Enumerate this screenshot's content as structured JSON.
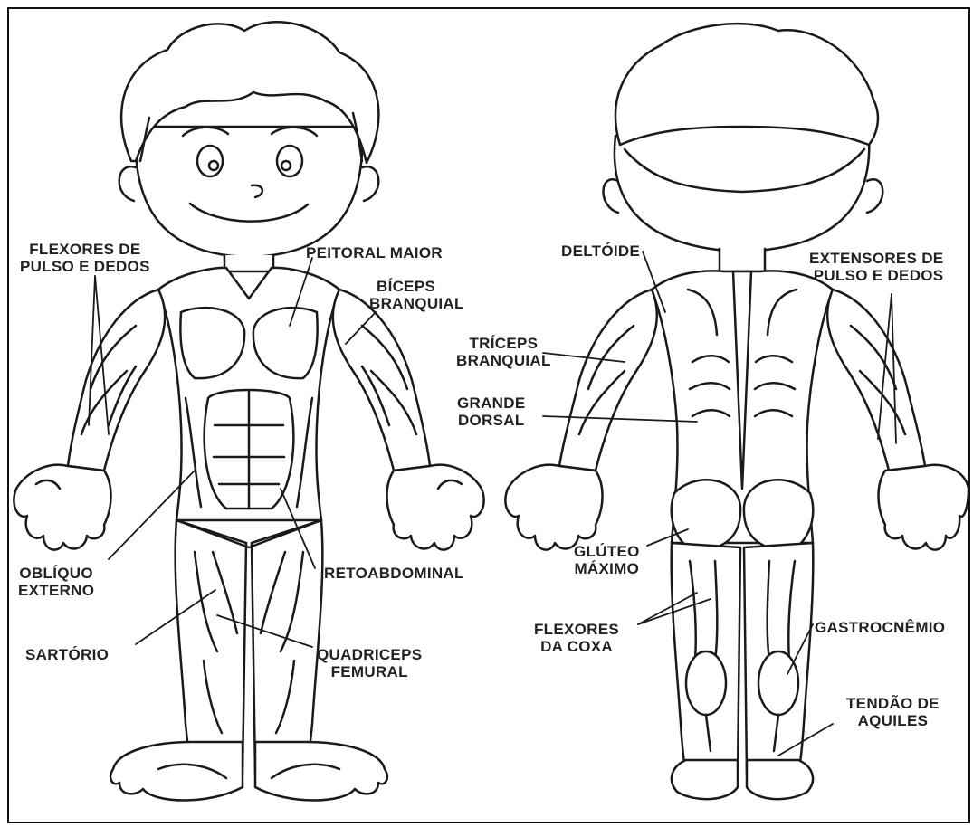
{
  "labels": {
    "front": {
      "flexores_pulso": [
        "FLEXORES DE",
        "PULSO E DEDOS"
      ],
      "peitoral": "PEITORAL MAIOR",
      "biceps": [
        "BÍCEPS",
        "BRANQUIAL"
      ],
      "obliquo": [
        "OBLÍQUO",
        "EXTERNO"
      ],
      "retoabdominal": "RETOABDOMINAL",
      "sartorio": "SARTÓRIO",
      "quadriceps": [
        "QUADRICEPS",
        "FEMURAL"
      ]
    },
    "back": {
      "deltoide": "DELTÓIDE",
      "extensores": [
        "EXTENSORES DE",
        "PULSO E DEDOS"
      ],
      "triceps": [
        "TRÍCEPS",
        "BRANQUIAL"
      ],
      "grande_dorsal": [
        "GRANDE",
        "DORSAL"
      ],
      "gluteo": [
        "GLÚTEO",
        "MÁXIMO"
      ],
      "flexores_coxa": [
        "FLEXORES",
        "DA COXA"
      ],
      "gastrocnemio": "GASTROCNÊMIO",
      "tendao": [
        "TENDÃO DE",
        "AQUILES"
      ]
    }
  },
  "colors": {
    "line": "#1a1a1a",
    "fill": "#ffffff",
    "text": "#222222"
  }
}
